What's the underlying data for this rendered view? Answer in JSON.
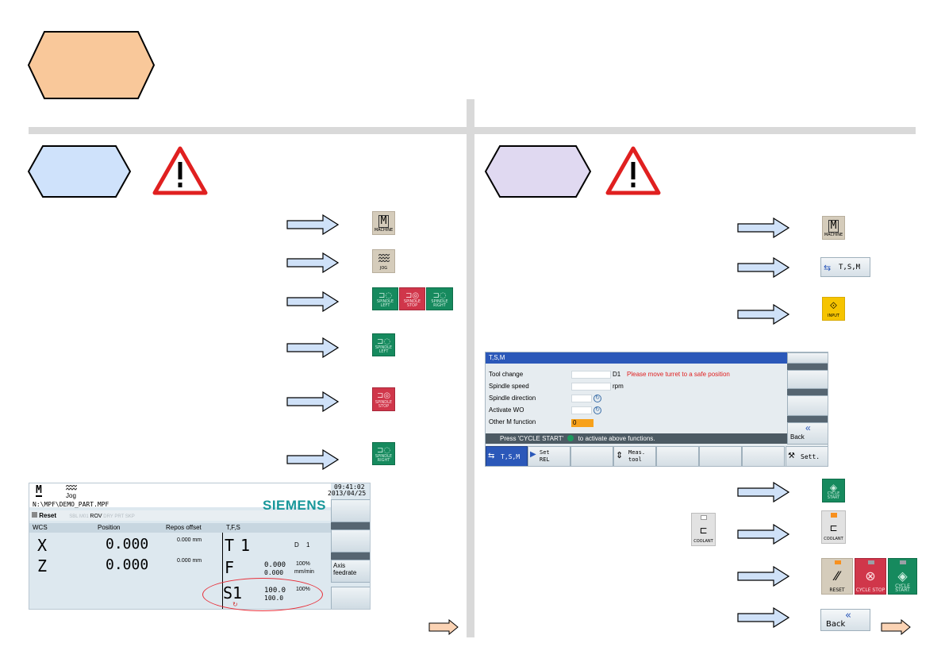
{
  "left_panel": {
    "machine_key": {
      "icon": "M",
      "label": "MACHINE"
    },
    "jog_key": {
      "label": "JOG"
    },
    "spindle_keys": [
      {
        "label": "SPINDLE LEFT",
        "color": "#168a5e"
      },
      {
        "label": "SPINDLE STOP",
        "color": "#d0364a"
      },
      {
        "label": "SPINDLE RIGHT",
        "color": "#168a5e"
      }
    ],
    "spindle_left_key": {
      "label": "SPINDLE LEFT"
    },
    "spindle_stop_key": {
      "label": "SPINDLE STOP"
    },
    "spindle_right_key": {
      "label": "SPINDLE RIGHT"
    }
  },
  "hmi_screen": {
    "mode_icon": "M",
    "jog_label": "Jog",
    "time": "09:41:02",
    "date": "2013/04/25",
    "path": "N:\\MPF\\DEMO_PART.MPF",
    "brand": "SIEMENS",
    "status_reset": "Reset",
    "status_dim": "SBL M01 ",
    "status_rov": "ROV",
    "status_dim2": " DRY PRT SKP",
    "headers": {
      "wcs": "WCS",
      "position": "Position",
      "repos": "Repos offset",
      "tfs": "T,F,S"
    },
    "axes": [
      {
        "name": "X",
        "value": "0.000",
        "repos": "0.000 mm"
      },
      {
        "name": "Z",
        "value": "0.000",
        "repos": "0.000 mm"
      }
    ],
    "tool": {
      "label": "T",
      "value": "1",
      "d_label": "D",
      "d_value": "1"
    },
    "feed": {
      "label": "F",
      "value1": "0.000",
      "value2": "0.000",
      "pct": "100%",
      "unit": "mm/min"
    },
    "spindle": {
      "label": "S1",
      "value1": "100.0",
      "value2": "100.0",
      "pct": "100%"
    },
    "softkey_axis_feedrate": "Axis\nfeedrate"
  },
  "right_panel": {
    "machine_key": {
      "icon": "M",
      "label": "MACHINE"
    },
    "tsm_key": {
      "label": "T,S,M"
    },
    "input_key": {
      "label": "INPUT"
    },
    "cycle_start_key": {
      "label": "CYCLE START"
    },
    "coolant_key": {
      "label": "COOLANT"
    },
    "coolant_key_on": {
      "label": "COOLANT"
    },
    "reset_key": {
      "label": "RESET"
    },
    "cycle_stop_key": {
      "label": "CYCLE STOP"
    },
    "cycle_start_key2": {
      "label": "CYCLE START"
    },
    "back_key": {
      "label": "Back"
    }
  },
  "tsm_screen": {
    "title": "T,S,M",
    "rows": [
      {
        "label": "Tool change",
        "suffix": "D1",
        "warning": "Please move turret to a safe position"
      },
      {
        "label": "Spindle speed",
        "suffix": "rpm"
      },
      {
        "label": "Spindle direction"
      },
      {
        "label": "Activate WO"
      },
      {
        "label": "Other M function",
        "value": "0"
      }
    ],
    "message": "Press 'CYCLE START'",
    "message_tail": "to activate above functions.",
    "side_back": "Back",
    "bottom_softkeys": [
      {
        "label": "T,S,M"
      },
      {
        "label": "Set\nREL"
      },
      {
        "label": ""
      },
      {
        "label": "Meas.\ntool"
      },
      {
        "label": ""
      },
      {
        "label": ""
      },
      {
        "label": ""
      },
      {
        "label": "Sett."
      }
    ]
  },
  "colors": {
    "hex_main": "#f9c89a",
    "hex_left": "#cfe2fb",
    "hex_right": "#e0d9f1",
    "arrow_fill": "#cfe1f8",
    "next_arrow_fill": "#fbd3b4",
    "warning_red": "#e02020"
  }
}
